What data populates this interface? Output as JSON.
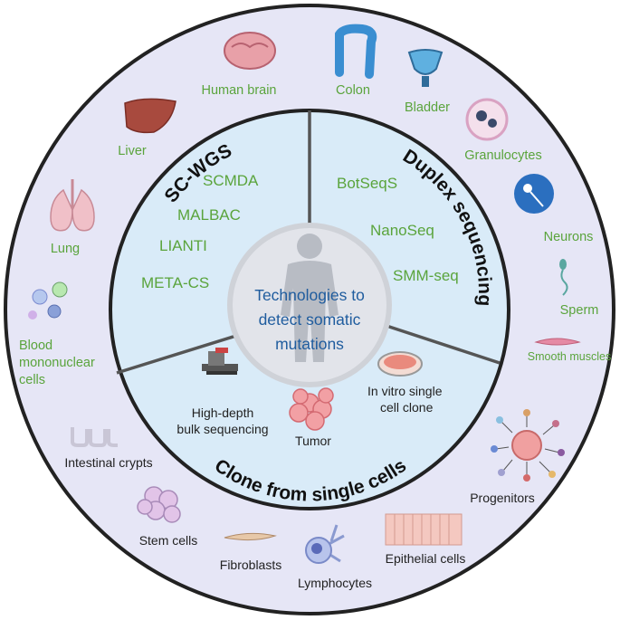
{
  "center": {
    "line1": "Technologies to",
    "line2": "detect somatic",
    "line3": "mutations"
  },
  "sections": {
    "scwgs": {
      "title": "SC-WGS",
      "methods": [
        "SCMDA",
        "MALBAC",
        "LIANTI",
        "META-CS"
      ]
    },
    "duplex": {
      "title": "Duplex sequencing",
      "methods": [
        "BotSeqS",
        "NanoSeq",
        "SMM-seq"
      ]
    },
    "clone": {
      "title": "Clone from single cells",
      "items": {
        "bulk_line1": "High-depth",
        "bulk_line2": "bulk sequencing",
        "tumor": "Tumor",
        "invitro_line1": "In vitro single",
        "invitro_line2": "cell clone"
      }
    }
  },
  "outer": {
    "human_brain": "Human brain",
    "colon": "Colon",
    "bladder": "Bladder",
    "granulocytes": "Granulocytes",
    "neurons": "Neurons",
    "sperm": "Sperm",
    "smooth_muscles": "Smooth muscles",
    "progenitors": "Progenitors",
    "epithelial_cells": "Epithelial cells",
    "lymphocytes": "Lymphocytes",
    "fibroblasts": "Fibroblasts",
    "stem_cells": "Stem cells",
    "intestinal_crypts": "Intestinal crypts",
    "blood_line1": "Blood",
    "blood_line2": "mononuclear",
    "blood_line3": "cells",
    "lung": "Lung",
    "liver": "Liver"
  },
  "colors": {
    "outer_ring": "#e6e6f6",
    "inner_disc": "#d9ebf8",
    "label_green": "#5aa43c",
    "center_text": "#1f5c9e"
  }
}
